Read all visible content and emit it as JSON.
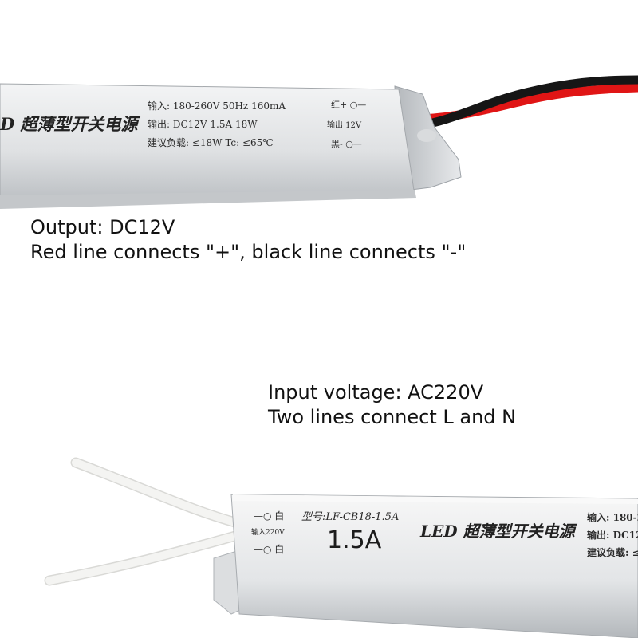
{
  "top_label": {
    "brand": "D 超薄型开关电源",
    "line_input": "输入: 180-260V  50Hz   160mA",
    "line_output": "输出: DC12V  1.5A  18W",
    "line_load": "建议负载: ≤18W   Tc: ≤65℃",
    "terminal_red": "红+ ○—",
    "terminal_output": "输出 12V",
    "terminal_black": "黑- ○—"
  },
  "caption_output": {
    "line1": "Output: DC12V",
    "line2": "Red line connects \"+\", black line connects \"-\""
  },
  "caption_input": {
    "line1": "Input voltage: AC220V",
    "line2": "Two lines connect L and N"
  },
  "bottom_label": {
    "terminal_white_1": "—○ 白",
    "terminal_input": "输入220V",
    "terminal_white_2": "—○ 白",
    "model": "型号:LF-CB18-1.5A",
    "current": "1.5A",
    "brand": "LED 超薄型开关电源",
    "line_input": "输入: 180-2",
    "line_output": "输出: DC12",
    "line_load": "建议负载: ≤"
  },
  "colors": {
    "case_light": "#e6e8ea",
    "case_dark": "#a9adb1",
    "wire_red": "#e01515",
    "wire_black": "#161616",
    "wire_white": "#f4f4f2"
  }
}
